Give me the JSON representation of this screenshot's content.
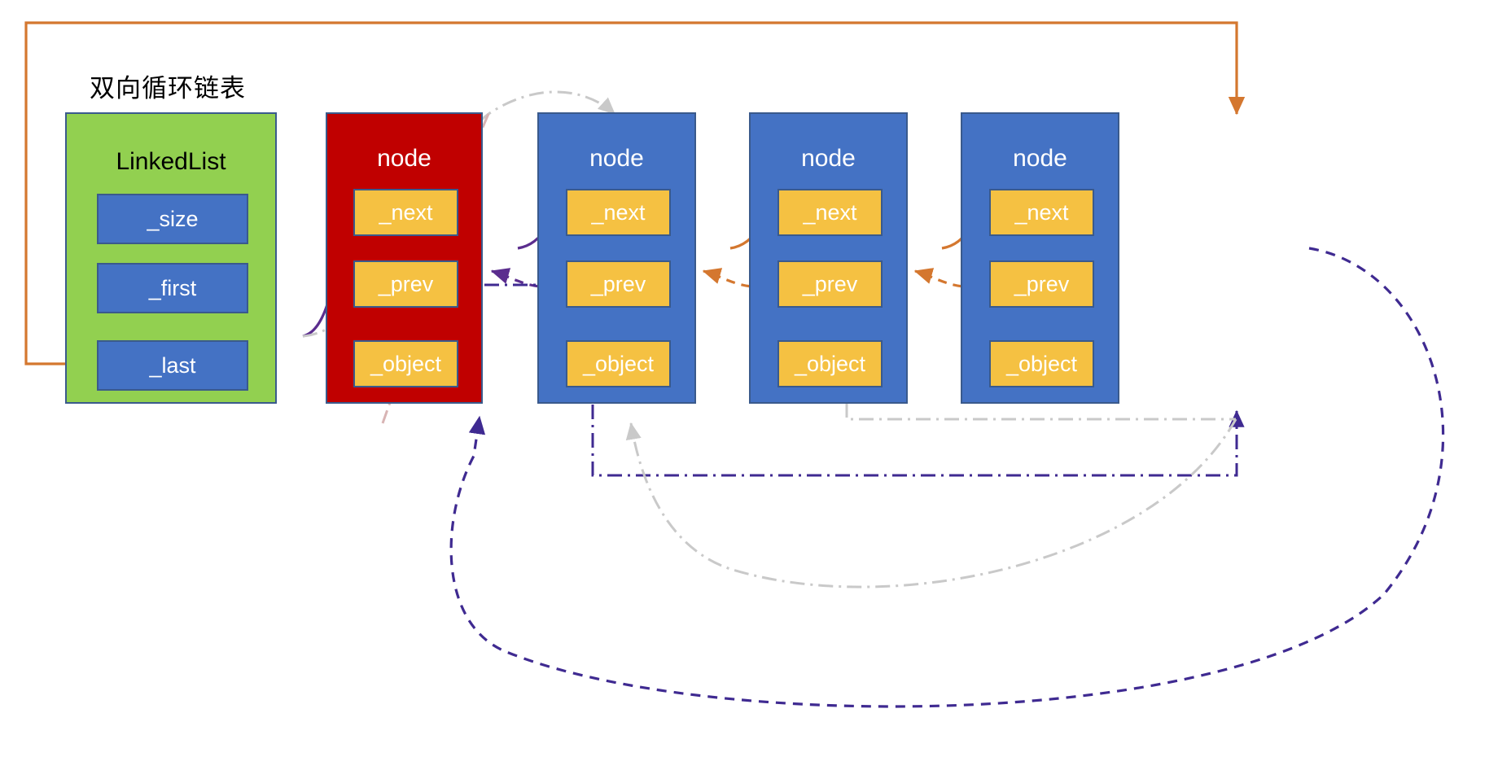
{
  "diagram": {
    "title": "双向循环链表",
    "type": "doubly-circular-linked-list"
  },
  "colors": {
    "list_fill": "#92d050",
    "node_fill": "#4472c4",
    "head_node_fill": "#c00000",
    "field_blue": "#4472c4",
    "field_yellow": "#f5c142",
    "border": "#3a5a8c",
    "arrow_purple": "#5b2d8e",
    "arrow_orange": "#d4772f",
    "arrow_gray": "#c9c9c9",
    "arrow_navy": "#3f2a91"
  },
  "list": {
    "label": "LinkedList",
    "fields": [
      {
        "label": "_size"
      },
      {
        "label": "_first"
      },
      {
        "label": "_last"
      }
    ]
  },
  "nodes": [
    {
      "label": "node",
      "variant": "head",
      "fields": [
        {
          "label": "_next"
        },
        {
          "label": "_prev"
        },
        {
          "label": "_object"
        }
      ]
    },
    {
      "label": "node",
      "variant": "normal",
      "fields": [
        {
          "label": "_next"
        },
        {
          "label": "_prev"
        },
        {
          "label": "_object"
        }
      ]
    },
    {
      "label": "node",
      "variant": "normal",
      "fields": [
        {
          "label": "_next"
        },
        {
          "label": "_prev"
        },
        {
          "label": "_object"
        }
      ]
    },
    {
      "label": "node",
      "variant": "normal",
      "fields": [
        {
          "label": "_next"
        },
        {
          "label": "_prev"
        },
        {
          "label": "_object"
        }
      ]
    }
  ]
}
